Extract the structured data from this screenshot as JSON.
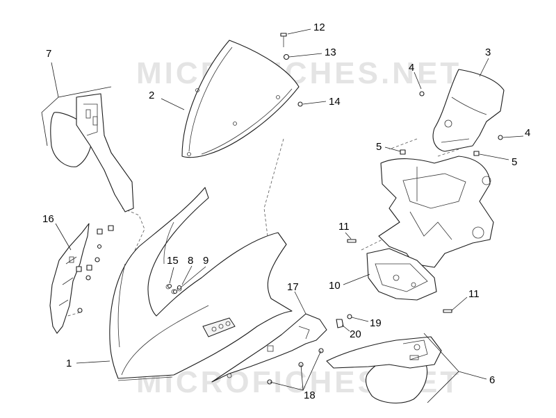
{
  "watermarks": [
    "MICROFICHES.NET",
    "MICROFICHES.NET"
  ],
  "callouts": [
    {
      "id": "1",
      "label": "1"
    },
    {
      "id": "2",
      "label": "2"
    },
    {
      "id": "3",
      "label": "3"
    },
    {
      "id": "4a",
      "label": "4"
    },
    {
      "id": "4b",
      "label": "4"
    },
    {
      "id": "5a",
      "label": "5"
    },
    {
      "id": "5b",
      "label": "5"
    },
    {
      "id": "6",
      "label": "6"
    },
    {
      "id": "7",
      "label": "7"
    },
    {
      "id": "8",
      "label": "8"
    },
    {
      "id": "9",
      "label": "9"
    },
    {
      "id": "10",
      "label": "10"
    },
    {
      "id": "11a",
      "label": "11"
    },
    {
      "id": "11b",
      "label": "11"
    },
    {
      "id": "12",
      "label": "12"
    },
    {
      "id": "13",
      "label": "13"
    },
    {
      "id": "14",
      "label": "14"
    },
    {
      "id": "15",
      "label": "15"
    },
    {
      "id": "16",
      "label": "16"
    },
    {
      "id": "17",
      "label": "17"
    },
    {
      "id": "18",
      "label": "18"
    },
    {
      "id": "19",
      "label": "19"
    },
    {
      "id": "20",
      "label": "20"
    }
  ]
}
